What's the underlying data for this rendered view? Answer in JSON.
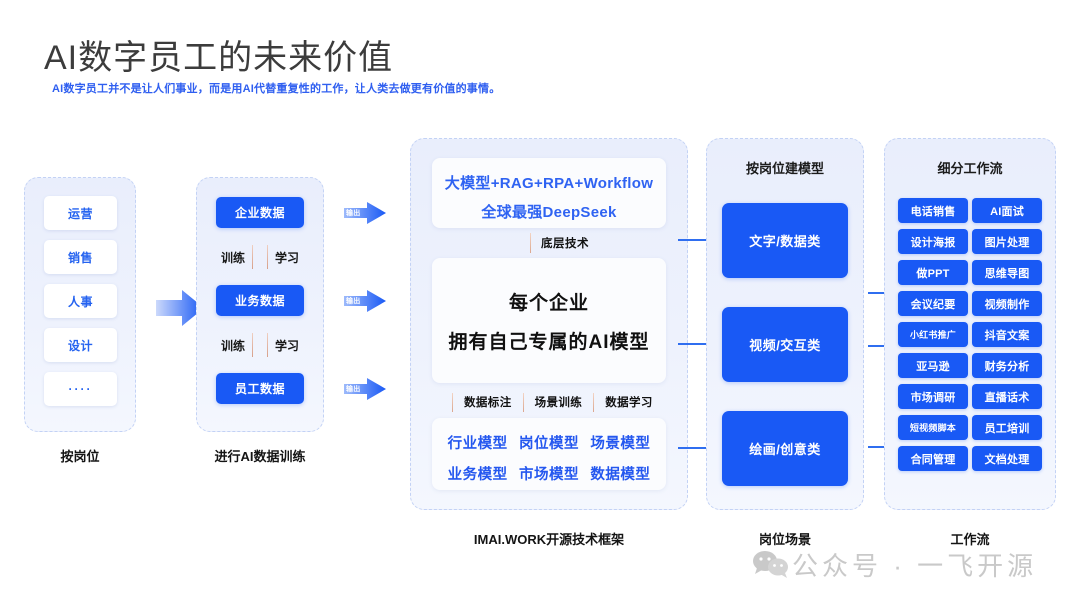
{
  "header": {
    "title": "AI数字员工的未来价值",
    "subtitle": "AI数字员工并不是让人们事业，而是用AI代替重复性的工作，让人类去做更有价值的事情。"
  },
  "colors": {
    "accent_blue": "#1959f5",
    "text_blue": "#2563f0",
    "panel_bg": "#e9eefc",
    "panel_border": "#c3d2f5",
    "title_gray": "#3c3c3c",
    "watermark_gray": "#c9c9c9"
  },
  "column_roles": {
    "items": [
      "运营",
      "销售",
      "人事",
      "设计",
      "····"
    ],
    "label": "按岗位"
  },
  "column_training": {
    "blocks": [
      "企业数据",
      "业务数据",
      "员工数据"
    ],
    "connectors": [
      {
        "left": "训练",
        "right": "学习"
      },
      {
        "left": "训练",
        "right": "学习"
      }
    ],
    "label": "进行AI数据训练"
  },
  "output_arrows": [
    {
      "label": "输出"
    },
    {
      "label": "输出"
    },
    {
      "label": "输出"
    }
  ],
  "column_framework": {
    "tech_lines": [
      "大模型+RAG+RPA+Workflow",
      "全球最强DeepSeek"
    ],
    "underlying_tech_label": "底层技术",
    "core_lines": [
      "每个企业",
      "拥有自己专属的AI模型"
    ],
    "steps": [
      "数据标注",
      "场景训练",
      "数据学习"
    ],
    "models": [
      "行业模型",
      "岗位模型",
      "场景模型",
      "业务模型",
      "市场模型",
      "数据模型"
    ],
    "label": "IMAI.WORK开源技术框架"
  },
  "column_model_types": {
    "heading": "按岗位建模型",
    "blocks": [
      "文字/数据类",
      "视频/交互类",
      "绘画/创意类"
    ],
    "label": "岗位场景"
  },
  "column_workflows": {
    "heading": "细分工作流",
    "tags_left": [
      "电话销售",
      "设计海报",
      "做PPT",
      "会议纪要",
      "小红书推广",
      "亚马逊",
      "市场调研",
      "短视频脚本",
      "合同管理"
    ],
    "tags_right": [
      "AI面试",
      "图片处理",
      "思维导图",
      "视频制作",
      "抖音文案",
      "财务分析",
      "直播话术",
      "员工培训",
      "文档处理"
    ],
    "label": "工作流"
  },
  "watermark": {
    "text": "公众号 · 一飞开源",
    "icon": "wechat-icon"
  }
}
